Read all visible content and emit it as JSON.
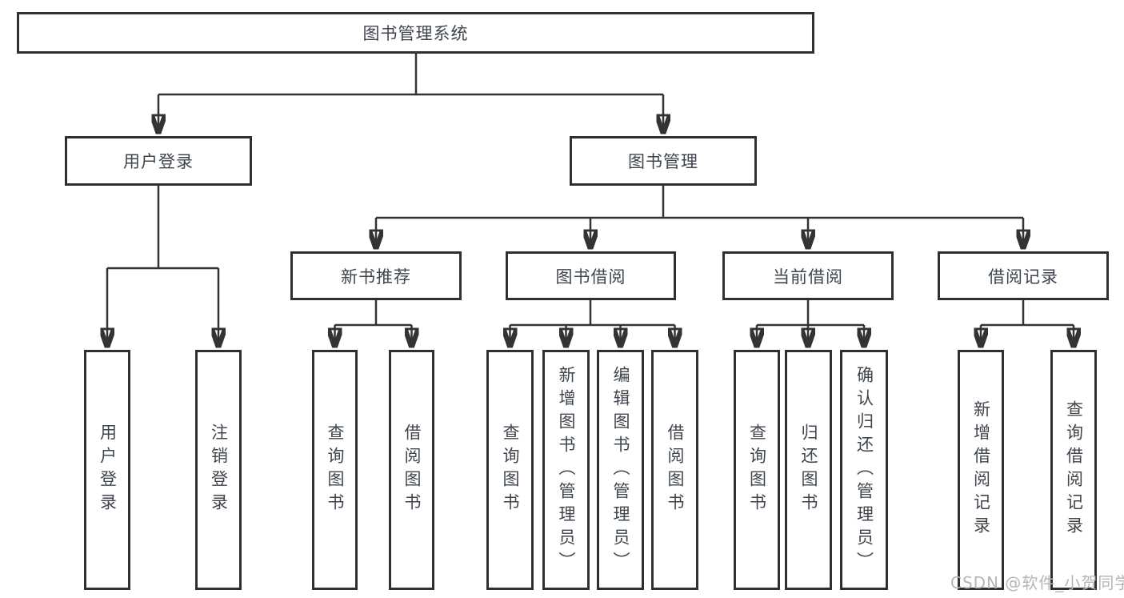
{
  "diagram": {
    "root": {
      "label": "图书管理系统"
    },
    "branches": [
      {
        "label": "用户登录",
        "children": [
          {
            "label": "用户登录"
          },
          {
            "label": "注销登录"
          }
        ]
      },
      {
        "label": "图书管理",
        "children": [
          {
            "label": "新书推荐",
            "children": [
              {
                "label": "查询图书"
              },
              {
                "label": "借阅图书"
              }
            ]
          },
          {
            "label": "图书借阅",
            "children": [
              {
                "label": "查询图书"
              },
              {
                "label": "新增图书（管理员）"
              },
              {
                "label": "编辑图书（管理员）"
              },
              {
                "label": "借阅图书"
              }
            ]
          },
          {
            "label": "当前借阅",
            "children": [
              {
                "label": "查询图书"
              },
              {
                "label": "归还图书"
              },
              {
                "label": "确认归还（管理员）"
              }
            ]
          },
          {
            "label": "借阅记录",
            "children": [
              {
                "label": "新增借阅记录"
              },
              {
                "label": "查询借阅记录"
              }
            ]
          }
        ]
      }
    ]
  },
  "watermark": {
    "text": "CSDN @软件_小贺同学"
  },
  "colors": {
    "line": "#333333",
    "box_border": "#2f2f2f",
    "text": "#3f454d",
    "watermark_text": "#b5b5b5",
    "background": "#ffffff"
  }
}
